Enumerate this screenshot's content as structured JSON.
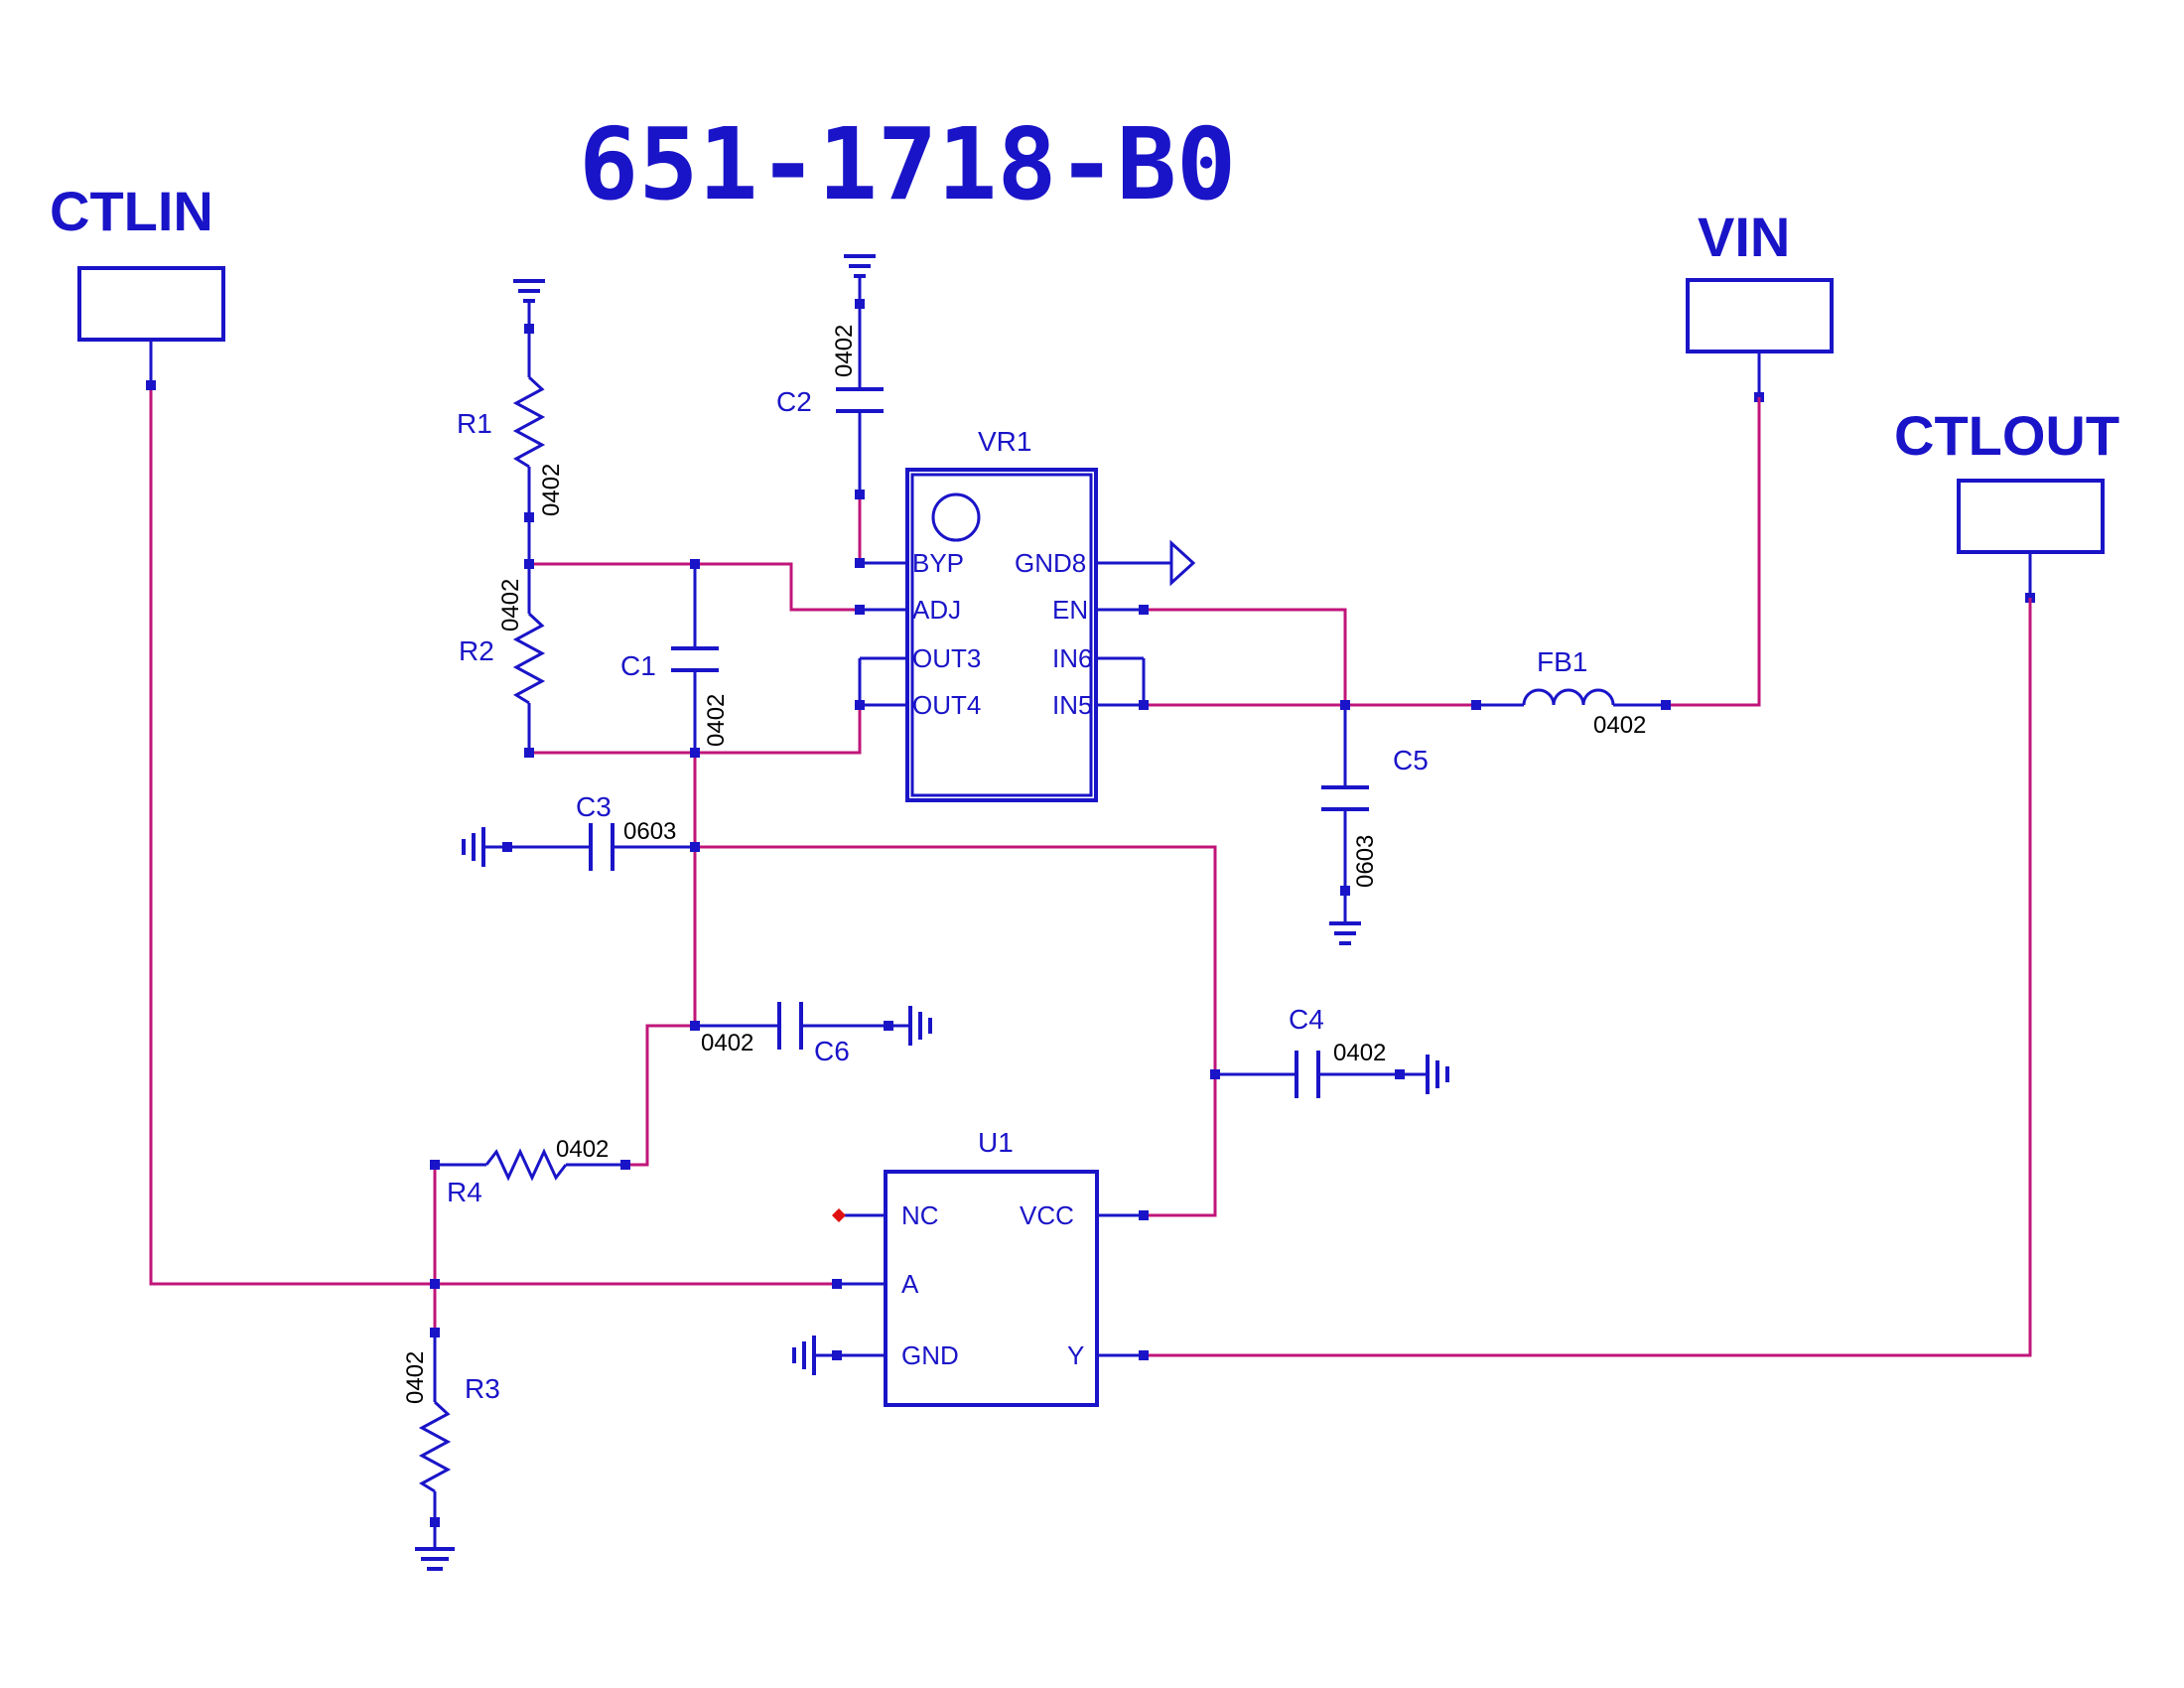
{
  "title": "651-1718-B0",
  "ports": {
    "ctlin": "CTLIN",
    "vin": "VIN",
    "ctlout": "CTLOUT"
  },
  "refs": {
    "r1": "R1",
    "r2": "R2",
    "r3": "R3",
    "r4": "R4",
    "c1": "C1",
    "c2": "C2",
    "c3": "C3",
    "c4": "C4",
    "c5": "C5",
    "c6": "C6",
    "fb1": "FB1",
    "vr1": "VR1",
    "u1": "U1"
  },
  "packages": {
    "r1": "0402",
    "r2": "0402",
    "r3": "0402",
    "r4": "0402",
    "c1": "0402",
    "c2": "0402",
    "c3": "0603",
    "c4": "0402",
    "c5": "0603",
    "c6": "0402",
    "fb1": "0402"
  },
  "vr1_pins": {
    "byp": "BYP",
    "adj": "ADJ",
    "out3": "OUT3",
    "out4": "OUT4",
    "gnd8": "GND8",
    "en": "EN",
    "in6": "IN6",
    "in5": "IN5"
  },
  "u1_pins": {
    "nc": "NC",
    "a": "A",
    "gnd": "GND",
    "vcc": "VCC",
    "y": "Y"
  },
  "colors": {
    "component": "#1a14c8",
    "wire": "#c0157a",
    "no_connect": "#e01010"
  }
}
